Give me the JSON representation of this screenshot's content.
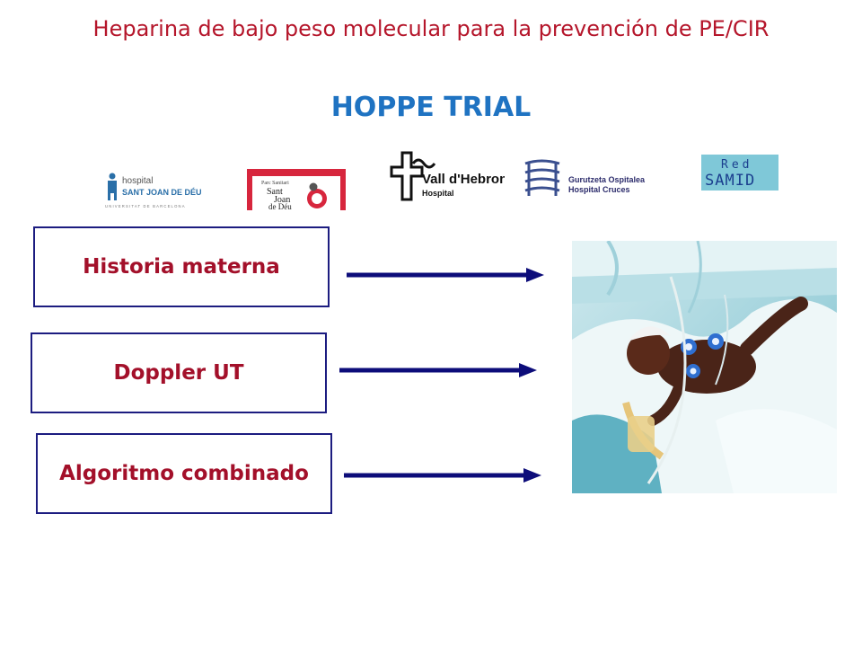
{
  "slide": {
    "title": "Heparina de bajo peso molecular para la prevención de PE/CIR",
    "heading": "HOPPE TRIAL"
  },
  "logos": {
    "sjd": {
      "line1": "hospital",
      "line2": "SANT JOAN DE DÉU",
      "line3": "UNIVERSITAT DE BARCELONA"
    },
    "parc": {
      "line1": "Parc Sanitari",
      "line2": "Sant",
      "line3": "Joan",
      "line4": "de Déu"
    },
    "vall": {
      "line1": "Vall d'Hebron",
      "line2": "Hospital"
    },
    "cruces": {
      "line1": "Gurutzeta Ospitalea",
      "line2": "Hospital Cruces"
    },
    "samid": {
      "line1": "Red",
      "line2": "SAMID"
    }
  },
  "boxes": [
    {
      "label": "Historia materna"
    },
    {
      "label": "Doppler UT"
    },
    {
      "label": "Algoritmo combinado"
    }
  ],
  "colors": {
    "title": "#b5162b",
    "heading": "#1f73c2",
    "box_border": "#1c1c80",
    "box_text": "#a3102a",
    "arrow": "#0d0d7a"
  }
}
